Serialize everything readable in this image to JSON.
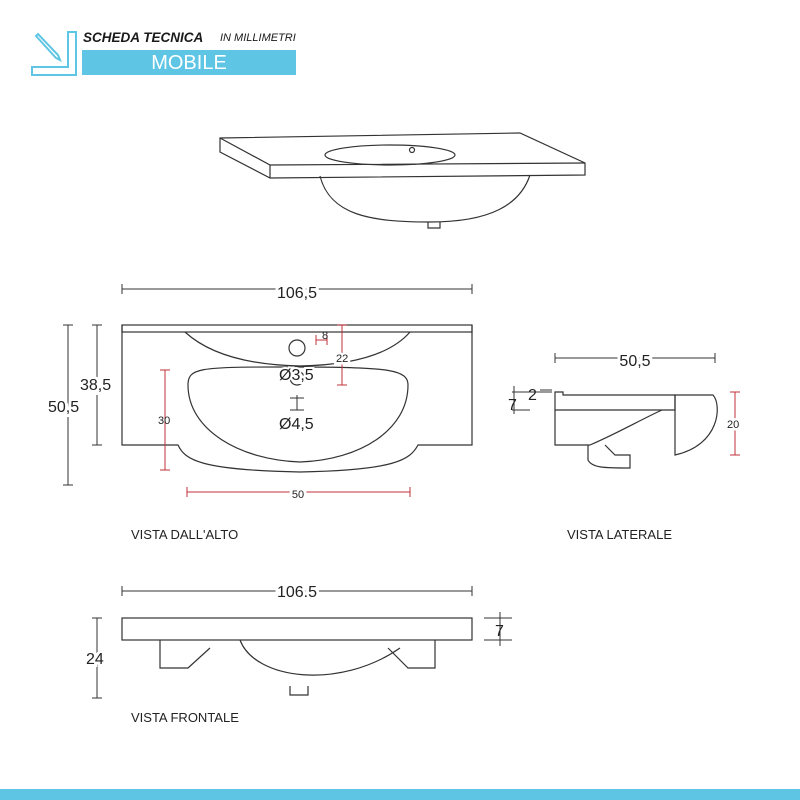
{
  "header": {
    "title": "SCHEDA TECNICA",
    "subtitle": "IN MILLIMETRI",
    "badge": "MOBILE",
    "accent_color": "#5ec6e4",
    "icon": "ruler-pencil-icon"
  },
  "top_view": {
    "label": "VISTA DALL'ALTO",
    "width": "106,5",
    "depth": "50,5",
    "inner_depth": "38,5",
    "basin_depth": "30",
    "basin_width": "50",
    "tap_offset": "8",
    "tap_distance": "22",
    "tap_hole": "Ø3,5",
    "drain_hole": "Ø4,5"
  },
  "side_view": {
    "label": "VISTA LATERALE",
    "depth": "50,5",
    "rim": "2",
    "thickness": "7",
    "height": "20"
  },
  "front_view": {
    "label": "VISTA FRONTALE",
    "width": "106.5",
    "height": "24",
    "thickness": "7"
  }
}
